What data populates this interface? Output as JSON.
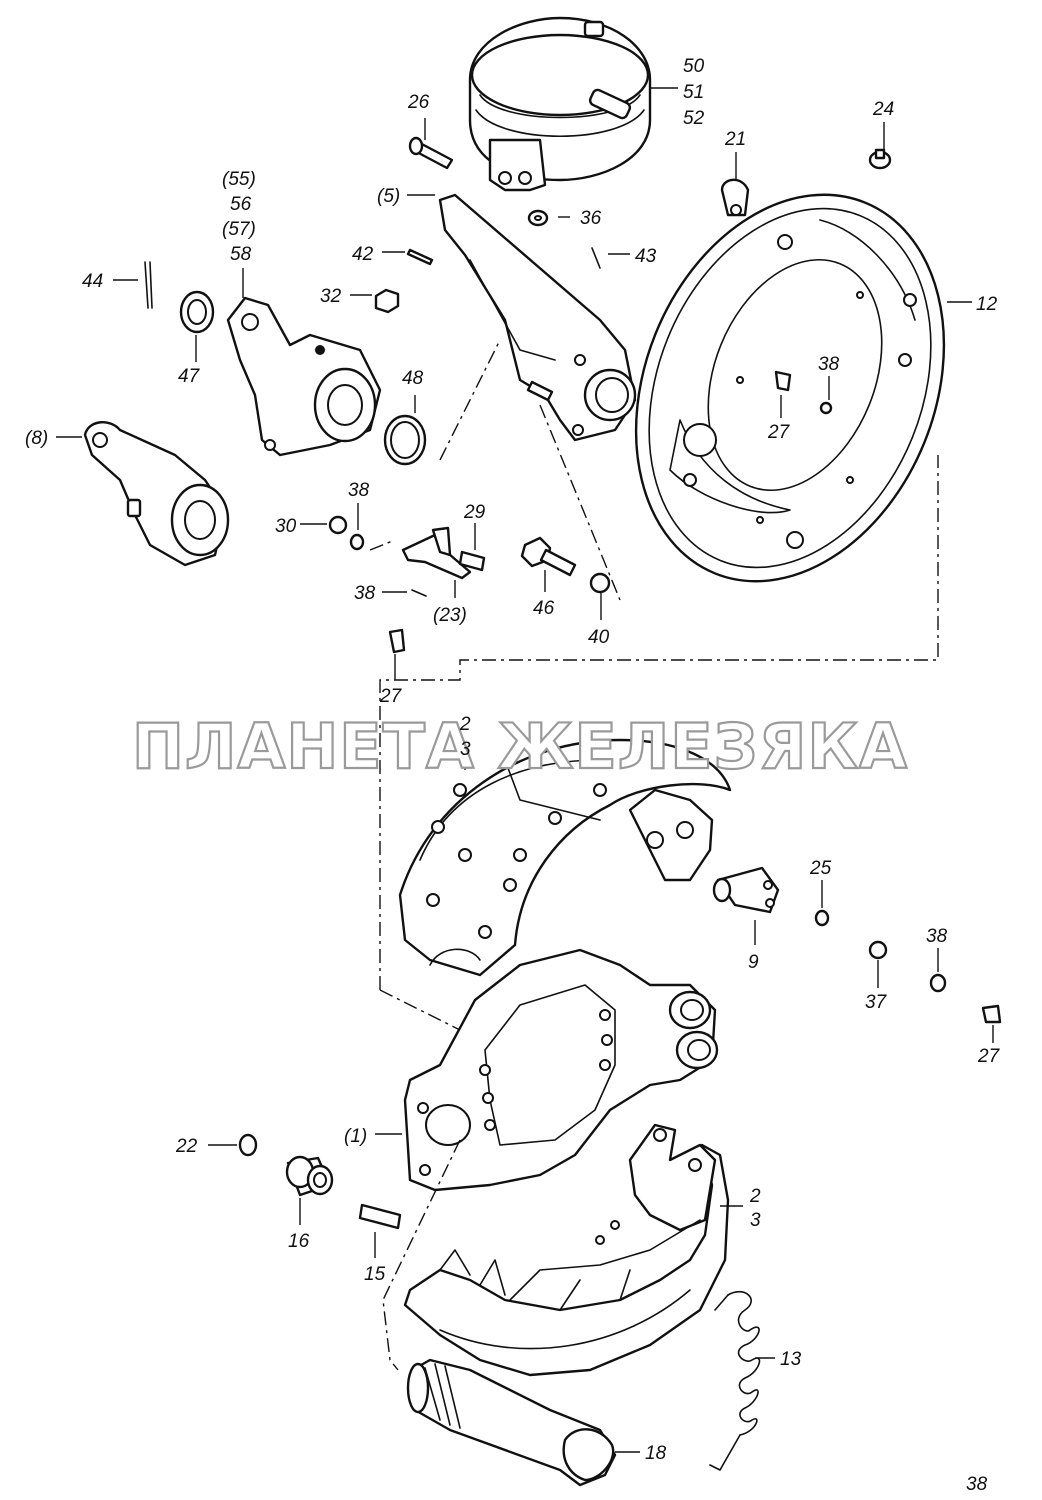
{
  "watermark": "ПЛАНЕТА ЖЕЛЕЗЯКА",
  "labels": {
    "l50": "50",
    "l51": "51",
    "l52": "52",
    "l26": "26",
    "l21": "21",
    "l24": "24",
    "l55": "(55)",
    "l56": "56",
    "l57": "(57)",
    "l58": "58",
    "l5": "(5)",
    "l36": "36",
    "l42": "42",
    "l43": "43",
    "l44": "44",
    "l32": "32",
    "l12": "12",
    "l47": "47",
    "l48": "48",
    "l38a": "38",
    "l27a": "27",
    "l8": "(8)",
    "l38b": "38",
    "l29": "29",
    "l30": "30",
    "l38c": "38",
    "l23": "(23)",
    "l46": "46",
    "l40": "40",
    "l27b": "27",
    "l2a": "2",
    "l3a": "3",
    "l25": "25",
    "l9": "9",
    "l38d": "38",
    "l37": "37",
    "l27c": "27",
    "l22": "22",
    "l1": "(1)",
    "l16": "16",
    "l15": "15",
    "l2b": "2",
    "l3b": "3",
    "l13": "13",
    "l18": "18",
    "l38e": "38"
  }
}
